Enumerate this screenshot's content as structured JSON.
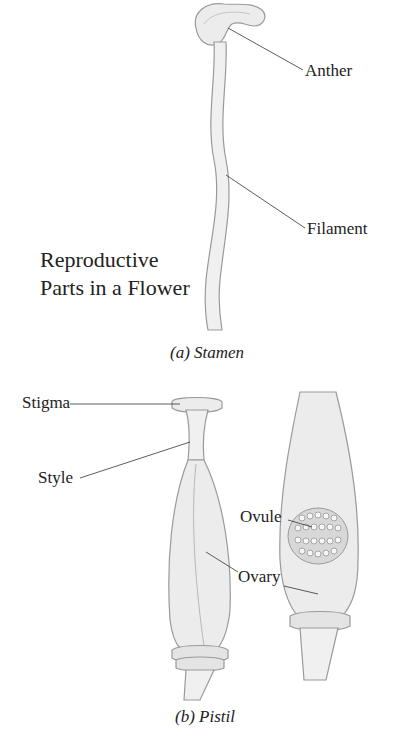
{
  "diagram": {
    "title": "Reproductive Parts in a Flower",
    "labels": [
      "Anther",
      "Filament",
      "(a) Stamen",
      "Stigma",
      "Style",
      "Ovule",
      "Ovary",
      "(b) Pistil"
    ]
  }
}
